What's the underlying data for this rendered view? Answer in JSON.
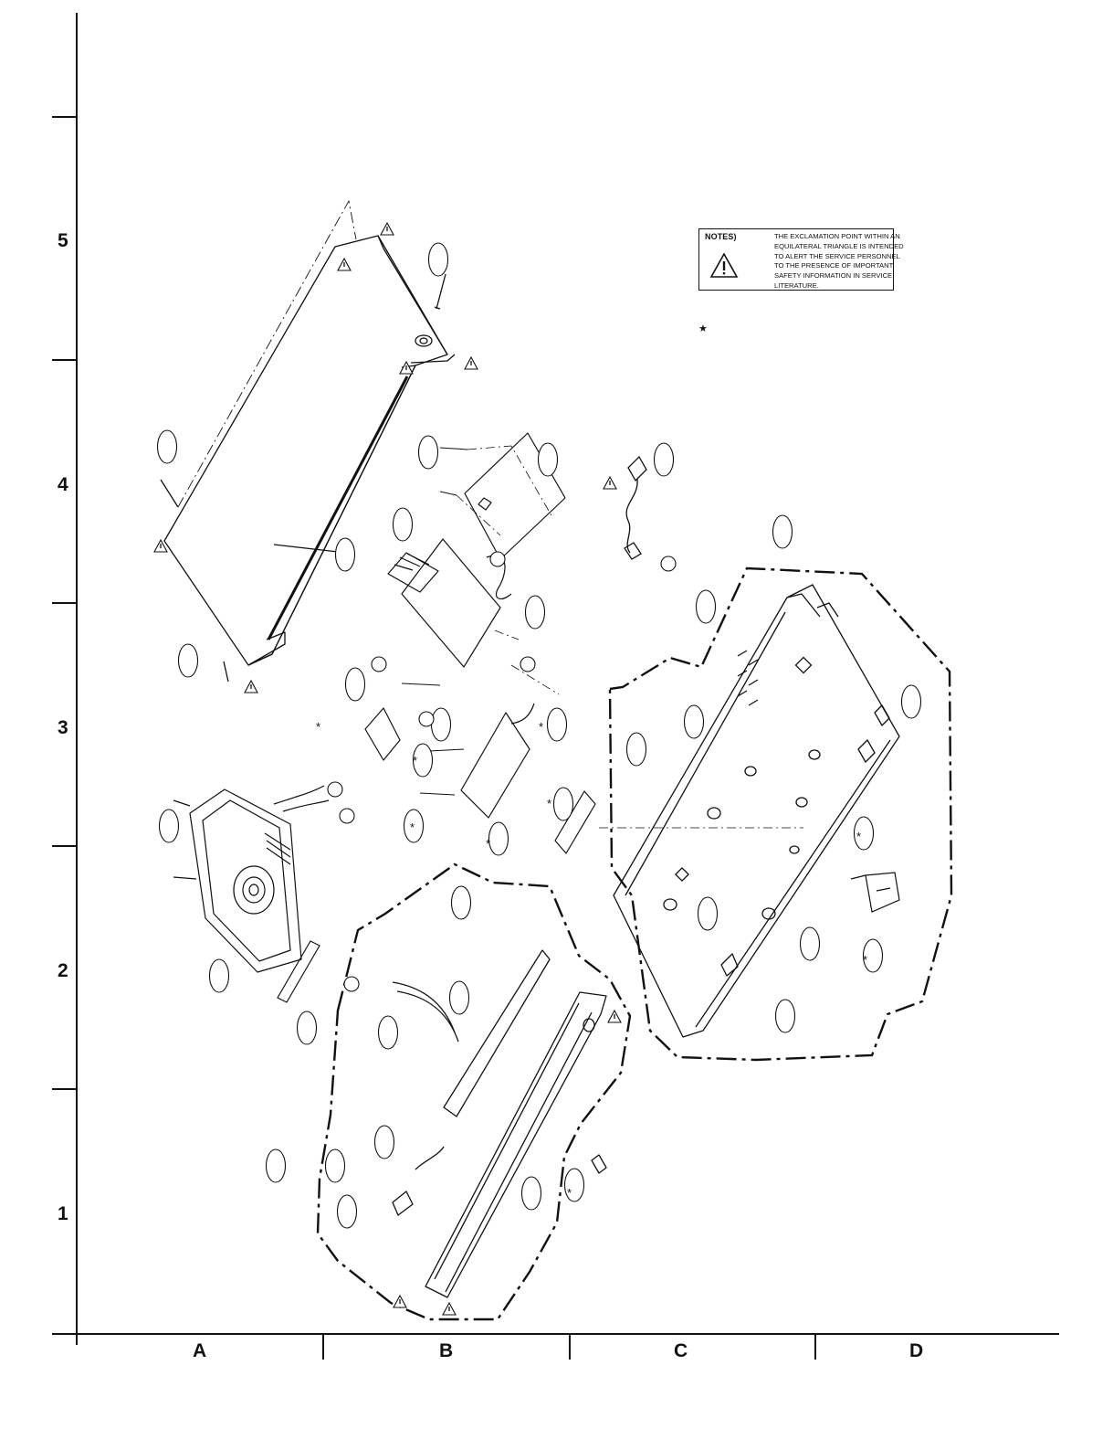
{
  "grid": {
    "row_labels": [
      "5",
      "4",
      "3",
      "2",
      "1"
    ],
    "column_labels": [
      "A",
      "B",
      "C",
      "D"
    ]
  },
  "notes": {
    "heading": "NOTES)",
    "lines": [
      "THE EXCLAMATION POINT WITHIN AN",
      "EQUILATERAL TRIANGLE IS INTENDED",
      "TO ALERT THE SERVICE PERSONNEL",
      "TO THE PRESENCE OF IMPORTANT",
      "SAFETY INFORMATION IN SERVICE",
      "LITERATURE."
    ],
    "icon": "exclamation-triangle-icon"
  },
  "star_marker": "★",
  "callout_marker": "*",
  "icons": {
    "safety": "exclamation-triangle-icon",
    "part_callout": "oval-callout-bubble",
    "connection": "circle-connector"
  },
  "colors": {
    "ink": "#111111",
    "paper": "#ffffff"
  }
}
